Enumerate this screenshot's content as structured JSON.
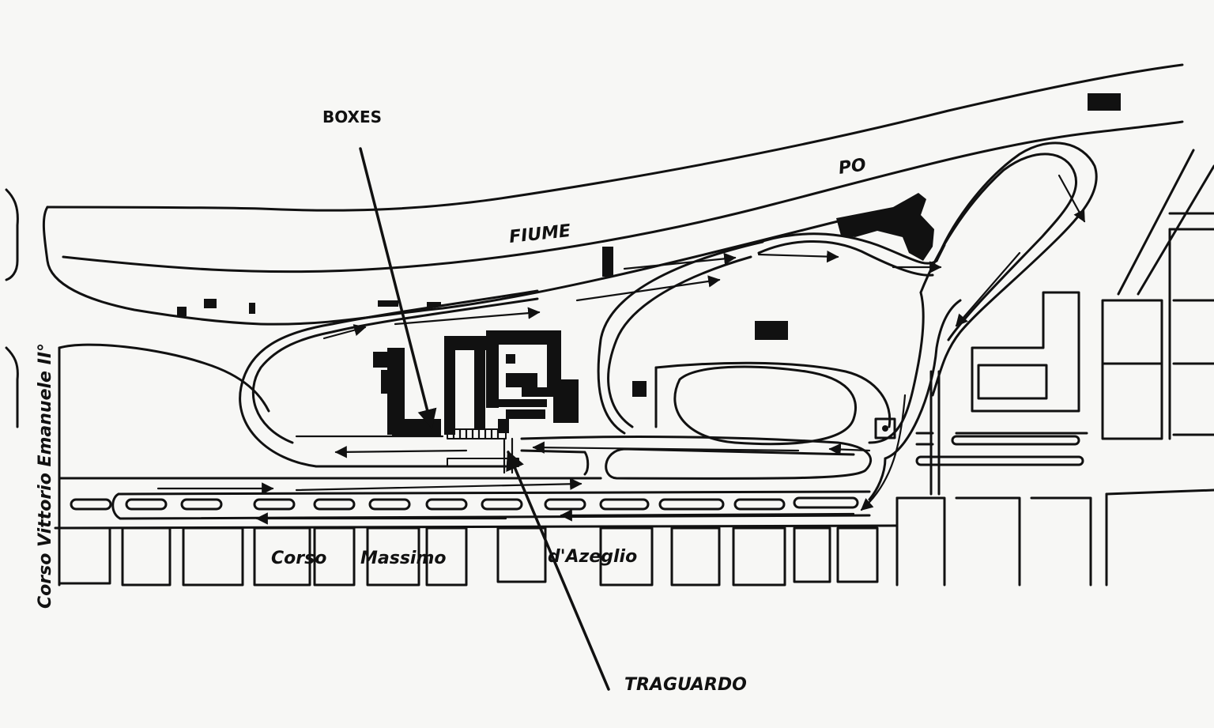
{
  "map": {
    "labels": {
      "boxes": "BOXES",
      "traguardo": "TRAGUARDO",
      "fiume": "FIUME",
      "po": "PO",
      "corso_massimo_1": "Corso",
      "corso_massimo_2": "Massimo",
      "corso_massimo_3": "d'Azeglio",
      "corso_vittorio": "Corso Vittorio Emanuele II°"
    },
    "colors": {
      "ink": "#111111",
      "paper": "#f7f7f5"
    }
  }
}
